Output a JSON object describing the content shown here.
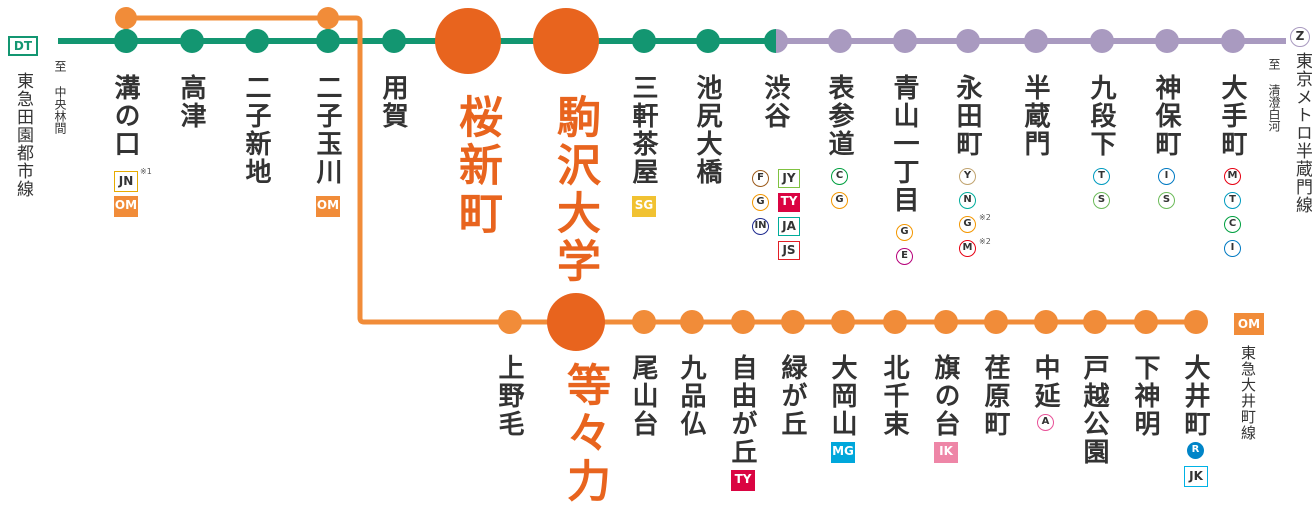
{
  "lines": {
    "den_en_toshi": {
      "code": "DT",
      "name": "東急田園都市線",
      "to_west": "至 中央林間",
      "color": "#139671"
    },
    "hanzomon": {
      "code": "Z",
      "name": "東京メトロ半蔵門線",
      "to_east": "至 清澄白河",
      "color": "#a99ac0"
    },
    "oimachi": {
      "code": "OM",
      "name": "東急大井町線",
      "color": "#f18c39"
    }
  },
  "accent_color": "#e8641e",
  "dt_stations": [
    {
      "name": "溝の口",
      "badges": [
        {
          "text": "JN",
          "style": "box",
          "color": "#e6ab00"
        },
        {
          "text": "OM",
          "style": "fill",
          "color": "#f18c39"
        }
      ],
      "note": "※1"
    },
    {
      "name": "高津"
    },
    {
      "name": "二子新地"
    },
    {
      "name": "二子玉川",
      "badges": [
        {
          "text": "OM",
          "style": "fill",
          "color": "#f18c39"
        }
      ]
    },
    {
      "name": "用賀"
    },
    {
      "name": "桜新町",
      "highlight": true
    },
    {
      "name": "駒沢大学",
      "highlight": true
    },
    {
      "name": "三軒茶屋",
      "badges": [
        {
          "text": "SG",
          "style": "fill",
          "color": "#f1c232"
        }
      ]
    },
    {
      "name": "池尻大橋"
    },
    {
      "name": "渋谷",
      "circles": [
        {
          "text": "F",
          "color": "#9b5a1a"
        },
        {
          "text": "G",
          "color": "#f39700"
        },
        {
          "text": "IN",
          "color": "#1f2b8f"
        }
      ],
      "badges": [
        {
          "text": "JY",
          "style": "box",
          "color": "#80c241"
        },
        {
          "text": "TY",
          "style": "fill",
          "color": "#da0442"
        },
        {
          "text": "JA",
          "style": "box",
          "color": "#00ac9a"
        },
        {
          "text": "JS",
          "style": "box",
          "color": "#e21f26"
        }
      ]
    },
    {
      "name": "表参道",
      "circles": [
        {
          "text": "C",
          "color": "#00a040"
        },
        {
          "text": "G",
          "color": "#f39700"
        }
      ]
    },
    {
      "name": "青山一丁目",
      "circles": [
        {
          "text": "G",
          "color": "#f39700"
        },
        {
          "text": "E",
          "color": "#b6007a"
        }
      ]
    },
    {
      "name": "永田町",
      "circles": [
        {
          "text": "Y",
          "color": "#c1a470"
        },
        {
          "text": "N",
          "color": "#00ac9b"
        },
        {
          "text": "G",
          "color": "#f39700",
          "note": "※2"
        },
        {
          "text": "M",
          "color": "#e60012",
          "note": "※2"
        }
      ]
    },
    {
      "name": "半蔵門"
    },
    {
      "name": "九段下",
      "circles": [
        {
          "text": "T",
          "color": "#009bbf"
        },
        {
          "text": "S",
          "color": "#6cbb5a"
        }
      ]
    },
    {
      "name": "神保町",
      "circles": [
        {
          "text": "I",
          "color": "#0079c2"
        },
        {
          "text": "S",
          "color": "#6cbb5a"
        }
      ]
    },
    {
      "name": "大手町",
      "circles": [
        {
          "text": "M",
          "color": "#e60012"
        },
        {
          "text": "T",
          "color": "#009bbf"
        },
        {
          "text": "C",
          "color": "#00a040"
        },
        {
          "text": "I",
          "color": "#0079c2"
        }
      ]
    }
  ],
  "om_stations": [
    {
      "name": "上野毛"
    },
    {
      "name": "等々力",
      "highlight": true
    },
    {
      "name": "尾山台"
    },
    {
      "name": "九品仏"
    },
    {
      "name": "自由が丘",
      "badges": [
        {
          "text": "TY",
          "style": "fill",
          "color": "#da0442"
        }
      ]
    },
    {
      "name": "緑が丘"
    },
    {
      "name": "大岡山",
      "badges": [
        {
          "text": "MG",
          "style": "fill",
          "color": "#00a7db"
        }
      ]
    },
    {
      "name": "北千束"
    },
    {
      "name": "旗の台",
      "badges": [
        {
          "text": "IK",
          "style": "fill",
          "color": "#ee86a7"
        }
      ]
    },
    {
      "name": "荏原町"
    },
    {
      "name": "中延",
      "circles": [
        {
          "text": "A",
          "color": "#e85298"
        }
      ]
    },
    {
      "name": "戸越公園"
    },
    {
      "name": "下神明"
    },
    {
      "name": "大井町",
      "circles": [
        {
          "text": "R",
          "color": "#0085c8",
          "filled": true
        }
      ],
      "badges": [
        {
          "text": "JK",
          "style": "box",
          "color": "#00b2e5"
        }
      ]
    }
  ]
}
